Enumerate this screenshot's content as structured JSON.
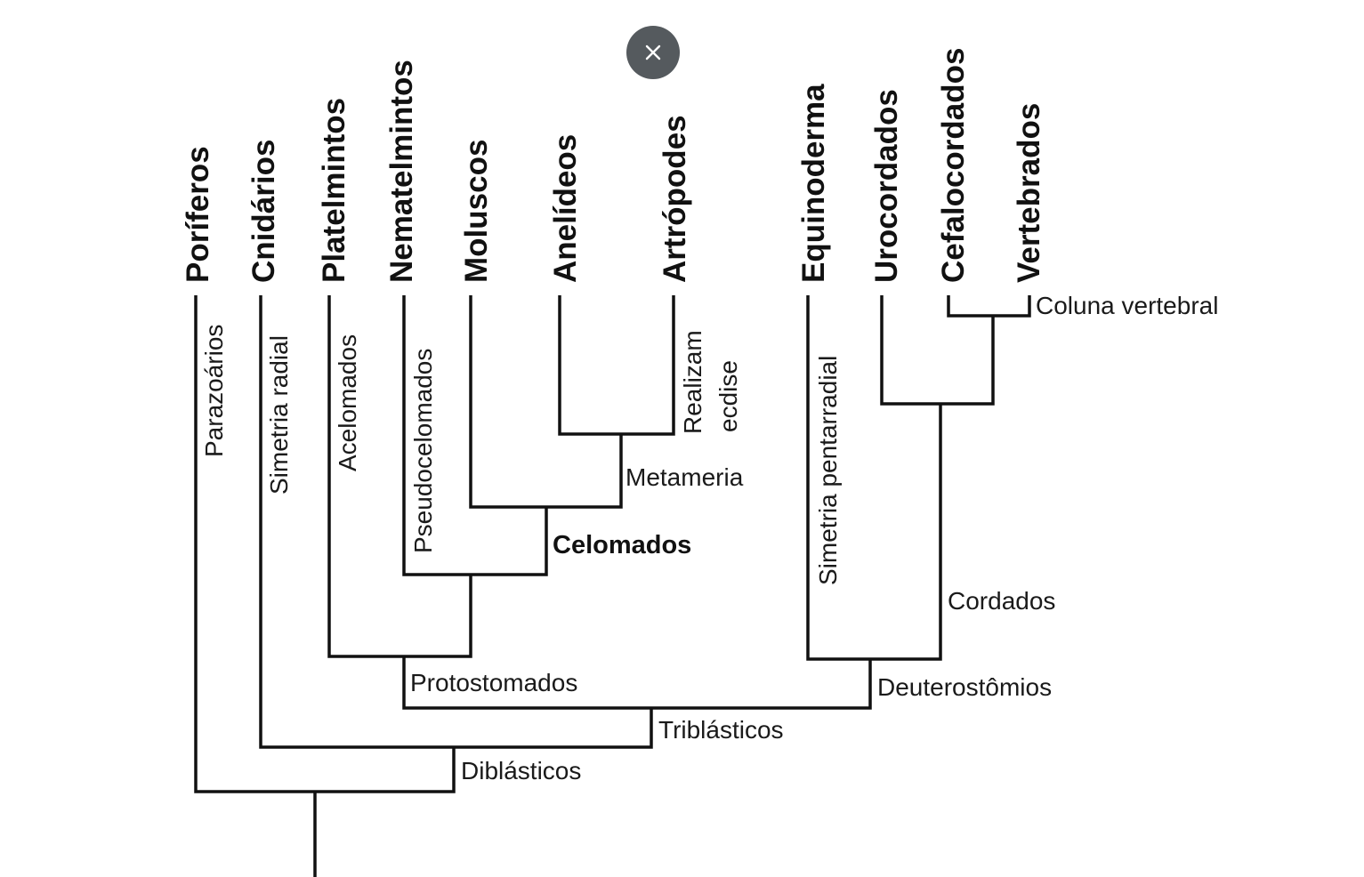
{
  "taxa": {
    "poriferos": "Poríferos",
    "cnidarios": "Cnidários",
    "platelmintos": "Platelmintos",
    "nematelmintos": "Nematelmintos",
    "moluscos": "Moluscos",
    "anelideos": "Anelídeos",
    "artropodes": "Artrópodes",
    "equinoderma": "Equinoderma",
    "urocordados": "Urocordados",
    "cefalocordados": "Cefalocordados",
    "vertebrados": "Vertebrados"
  },
  "traits": {
    "parazoarios": "Parazoários",
    "simetria_radial": "Simetria radial",
    "acelomados": "Acelomados",
    "pseudocelomados": "Pseudocelomados",
    "realizam": "Realizam",
    "ecdise": "ecdise",
    "metameria": "Metameria",
    "celomados": "Celomados",
    "simetria_pentarradial": "Simetria pentarradial",
    "coluna_vertebral": "Coluna vertebral",
    "cordados": "Cordados",
    "protostomados": "Protostomados",
    "deuterostomios": "Deuterostômios",
    "triblasticos": "Triblásticos",
    "diblasticos": "Diblásticos"
  },
  "close_icon": "close-icon"
}
